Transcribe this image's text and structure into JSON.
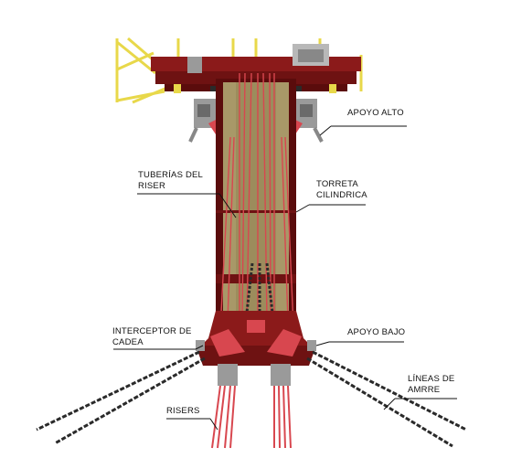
{
  "labels": {
    "apoyo_alto": "APOYO ALTO",
    "tuberias_l1": "TUBERÍAS DEL",
    "tuberias_l2": "RISER",
    "torreta_l1": "TORRETA",
    "torreta_l2": "CILINDRICA",
    "interceptor_l1": "INTERCEPTOR DE",
    "interceptor_l2": "CADEA",
    "apoyo_bajo": "APOYO BAJO",
    "lineas_l1": "LÍNEAS DE",
    "lineas_l2": "AMRRE",
    "risers": "RISERS"
  },
  "colors": {
    "hull_red": "#8b1a1a",
    "hull_dark": "#5a0c0c",
    "pipe_red": "#d8474f",
    "tan": "#a89868",
    "yellow": "#e8d84a",
    "grey": "#9a9a9a",
    "chain": "#2a2a2a"
  }
}
